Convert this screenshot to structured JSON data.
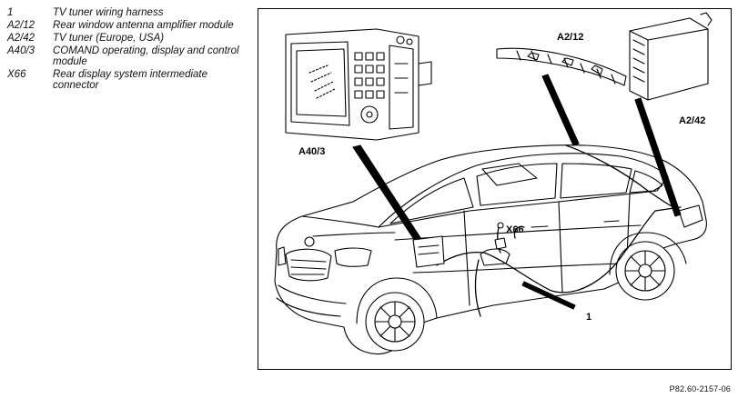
{
  "legend": {
    "items": [
      {
        "code": "1",
        "description": "TV tuner wiring harness"
      },
      {
        "code": "A2/12",
        "description": "Rear window antenna amplifier module"
      },
      {
        "code": "A2/42",
        "description": "TV tuner (Europe, USA)"
      },
      {
        "code": "A40/3",
        "description": "COMAND operating, display and control module"
      },
      {
        "code": "X66",
        "description": "Rear display system intermediate connector"
      }
    ]
  },
  "callouts": {
    "a2_12": "A2/12",
    "a2_42": "A2/42",
    "a40_3": "A40/3",
    "x66": "X66",
    "harness": "1"
  },
  "reference": "P82.60-2157-06"
}
